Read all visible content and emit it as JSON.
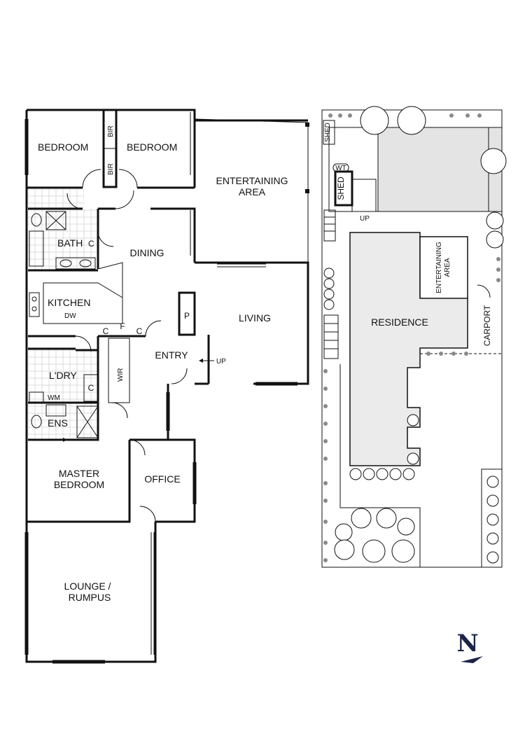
{
  "floor_plan": {
    "rooms": {
      "bedroom_1": "BEDROOM",
      "bedroom_2": "BEDROOM",
      "bir_1": "BIR",
      "bir_2": "BIR",
      "entertaining_line1": "ENTERTAINING",
      "entertaining_line2": "AREA",
      "bath": "BATH",
      "bath_c": "C",
      "dining": "DINING",
      "kitchen": "KITCHEN",
      "dw": "DW",
      "living": "LIVING",
      "pantry": "P",
      "cupboard_1": "C",
      "fridge": "F",
      "cupboard_2": "C",
      "entry": "ENTRY",
      "up": "UP",
      "laundry": "L'DRY",
      "laundry_c": "C",
      "wir": "WIR",
      "wm": "WM",
      "ens": "ENS",
      "master_line1": "MASTER",
      "master_line2": "BEDROOM",
      "office": "OFFICE",
      "lounge_line1": "LOUNGE /",
      "lounge_line2": "RUMPUS"
    }
  },
  "site_plan": {
    "labels": {
      "shed_1": "SHED",
      "wt": "WT",
      "shed_2": "SHED",
      "up": "UP",
      "entertaining_line1": "ENTERTAINING",
      "entertaining_line2": "AREA",
      "residence": "RESIDENCE",
      "carport": "CARPORT"
    }
  },
  "compass": {
    "letter": "N"
  },
  "colors": {
    "line": "#111111",
    "fill_grey": "#e4e4e4",
    "compass": "#1c2346"
  }
}
